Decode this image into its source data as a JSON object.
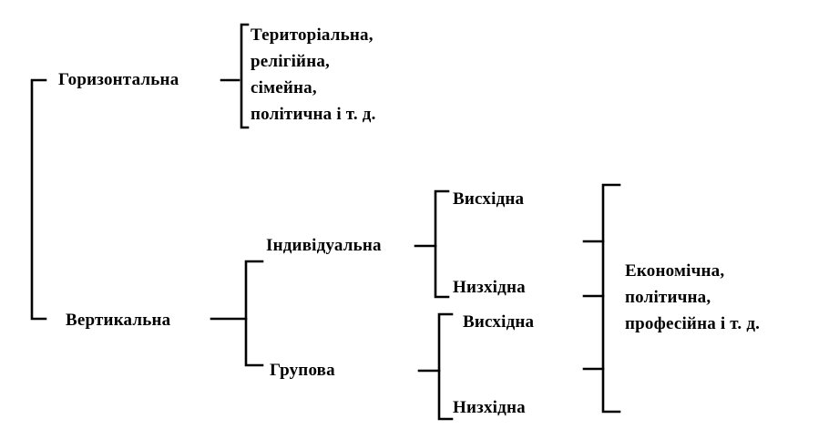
{
  "nodes": {
    "horizontal": "Горизонтальна",
    "horizontal_types": [
      "Територіальна,",
      "релігійна,",
      "сімейна,",
      "політична і т. д."
    ],
    "vertical": "Вертикальна",
    "individual": "Індивідуальна",
    "group": "Групова",
    "ind_up": "Висхідна",
    "ind_down": "Низхідна",
    "grp_up": "Висхідна",
    "grp_down": "Низхідна",
    "vertical_types": [
      "Економічна,",
      "політична,",
      "професійна і т. д."
    ]
  }
}
